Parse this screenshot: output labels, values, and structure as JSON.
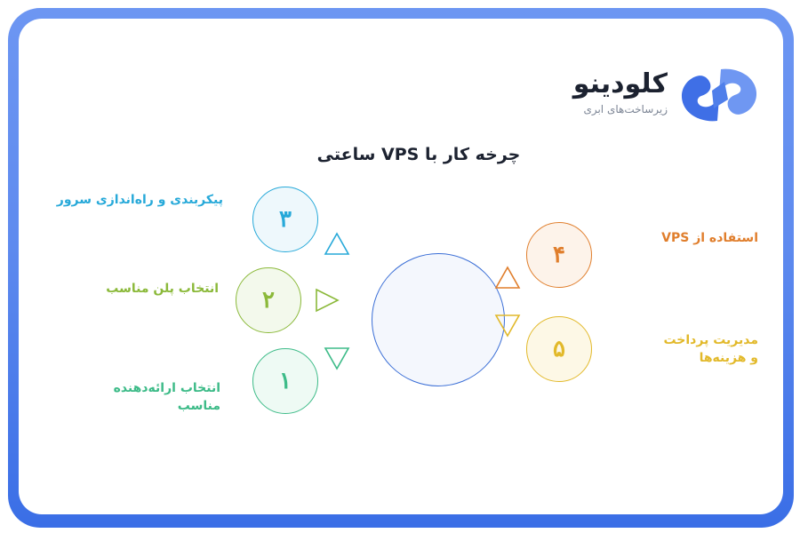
{
  "brand": {
    "name": "کلودینو",
    "tagline": "زیرساخت‌های ابری",
    "colors": {
      "primary": "#3f6fe6",
      "light": "#7aa0f4"
    }
  },
  "title": "چرخه کار با VPS ساعتی",
  "steps": [
    {
      "number": "۳",
      "label": "پیکربندی و راه‌اندازی سرور",
      "color": "#27a9d9",
      "fill": "#eef8fc",
      "icon": "triangle-up-icon"
    },
    {
      "number": "۲",
      "label": "انتخاب پلن مناسب",
      "color": "#8bb93a",
      "fill": "#f3f9ec",
      "icon": "triangle-right-icon"
    },
    {
      "number": "۱",
      "label_line1": "انتخاب ارائه‌دهنده",
      "label_line2": "مناسب",
      "color": "#3dbb88",
      "fill": "#eefaf4",
      "icon": "triangle-down-icon"
    },
    {
      "number": "۴",
      "label": "استفاده از VPS",
      "color": "#e07e2c",
      "fill": "#fdf3ea",
      "icon": "triangle-up-icon"
    },
    {
      "number": "۵",
      "label_line1": "مدیریت پرداخت",
      "label_line2": "و هزینه‌ها",
      "color": "#e2b92a",
      "fill": "#fdf8e6",
      "icon": "triangle-down-icon"
    }
  ],
  "center_colors": {
    "stroke": "#3a6ed6",
    "fill": "#f4f7fd"
  }
}
